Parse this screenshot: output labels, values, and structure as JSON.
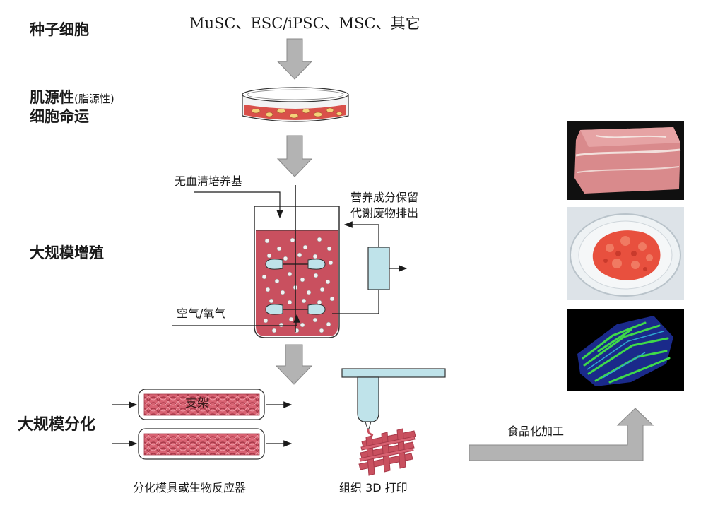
{
  "stage_labels": {
    "seed_cells": "种子细胞",
    "fate_line1": "肌源性",
    "fate_paren": "(脂源性)",
    "fate_line2": "细胞命运",
    "expansion": "大规模增殖",
    "differentiation": "大规模分化"
  },
  "cell_sources": "MuSC、ESC/iPSC、MSC、其它",
  "bioreactor": {
    "medium": "无血清培养基",
    "nutrient_line1": "营养成分保留",
    "nutrient_line2": "代谢废物排出",
    "gas": "空气/氧气"
  },
  "scaffold_label": "支架",
  "captions": {
    "diff_reactor": "分化模具或生物反应器",
    "printing": "组织 3D 打印",
    "food_processing": "食品化加工"
  },
  "colors": {
    "medium_red": "#c9505f",
    "arrow_gray": "#b3b3b3",
    "filter_blue": "#bfe3ea",
    "meat_pink": "#d98a8c"
  }
}
